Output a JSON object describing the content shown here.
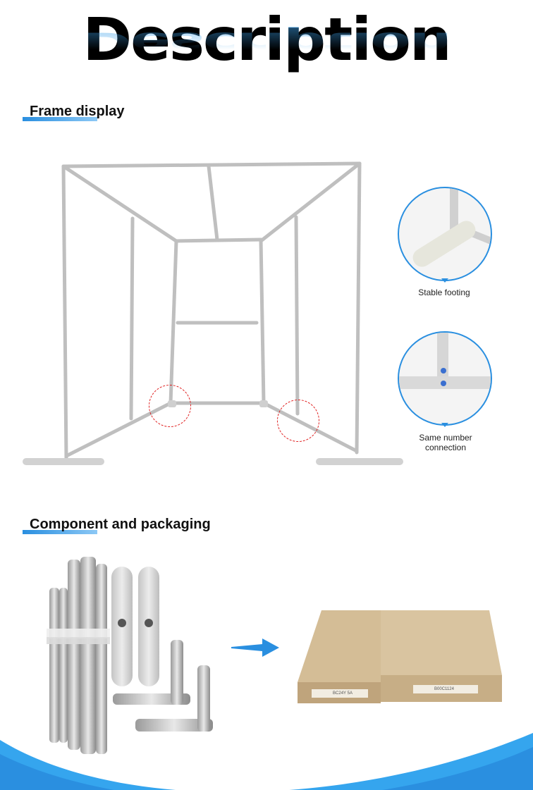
{
  "header": {
    "title": "Description"
  },
  "sections": {
    "frame": {
      "heading": "Frame display",
      "details": [
        {
          "caption": "Stable footing"
        },
        {
          "caption_line1": "Same number",
          "caption_line2": "connection"
        }
      ]
    },
    "component": {
      "heading": "Component and packaging",
      "box_labels": [
        "BC24Y 5A",
        "B00C1124"
      ]
    }
  },
  "colors": {
    "accent": "#2a8fe0",
    "highlight_circle": "#e02020",
    "frame_metal": "#c8c8c8",
    "cardboard": "#c9b08a"
  },
  "icons": {
    "arrow": "arrow-right-icon"
  }
}
